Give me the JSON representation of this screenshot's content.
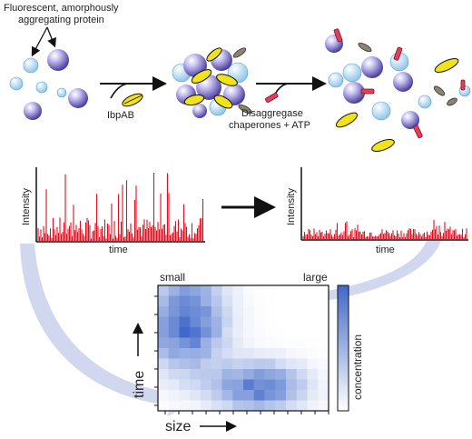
{
  "labels": {
    "protein_line1": "Fluorescent, amorphously",
    "protein_line2": "aggregating protein",
    "ibpab": "IbpAB",
    "disagg_line1": "Disaggregase",
    "disagg_line2": "chaperones + ATP"
  },
  "traces": {
    "left": {
      "ylabel": "Intensity",
      "xlabel": "time"
    },
    "right": {
      "ylabel": "Intensity",
      "xlabel": "time"
    }
  },
  "heatmap": {
    "small_label": "small",
    "large_label": "large",
    "time_label": "time",
    "size_label": "size",
    "colorbar_label": "concentration"
  },
  "colors": {
    "trace": "#e01020",
    "protein": "#7a6fd0",
    "chaperone": "#f2e21a",
    "heatmap_high": "#4068c8",
    "arrow_fade": "#c9d0ec"
  }
}
